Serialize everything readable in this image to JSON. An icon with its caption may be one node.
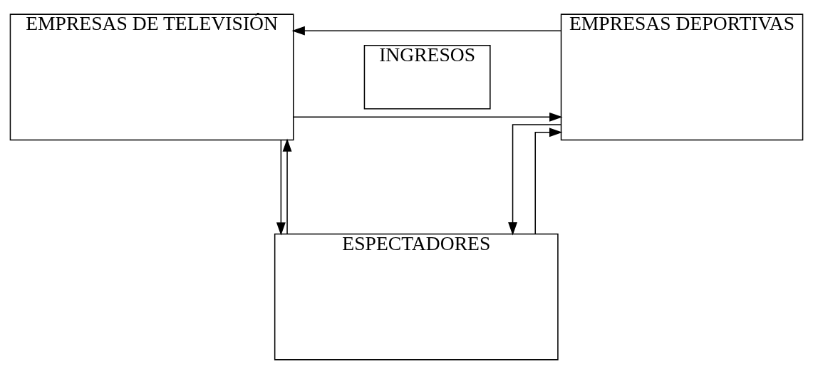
{
  "diagram": {
    "nodes": [
      {
        "text": [
          "EMPRESAS DE TELEVISIÓN"
        ]
      },
      {
        "text": [
          "INGRESOS"
        ]
      },
      {
        "text": [
          "EMPRESAS DEPORTIVAS"
        ]
      },
      {
        "text": [
          "ESPECTADORES"
        ]
      }
    ],
    "edges": [
      {
        "from": 0,
        "to": 2,
        "arrow": "to"
      },
      {
        "from": 2,
        "to": 0,
        "arrow": "to"
      },
      {
        "from": 0,
        "to": 3,
        "arrow": "to"
      },
      {
        "from": 3,
        "to": 0,
        "arrow": "to"
      },
      {
        "from": 2,
        "to": 3,
        "arrow": "to"
      },
      {
        "from": 3,
        "to": 2,
        "arrow": "to"
      }
    ]
  }
}
